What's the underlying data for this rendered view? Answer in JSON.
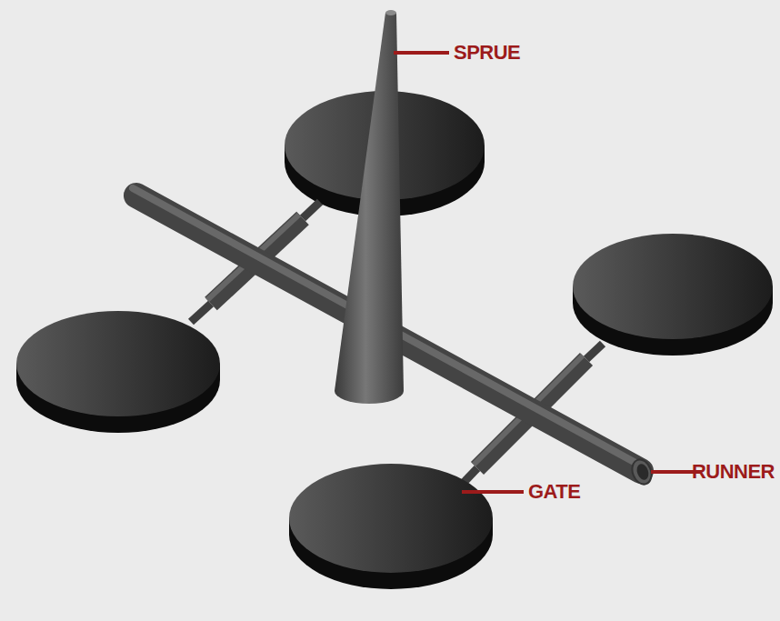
{
  "diagram": {
    "labels": [
      "SPRUE",
      "GATE",
      "RUNNER"
    ]
  }
}
